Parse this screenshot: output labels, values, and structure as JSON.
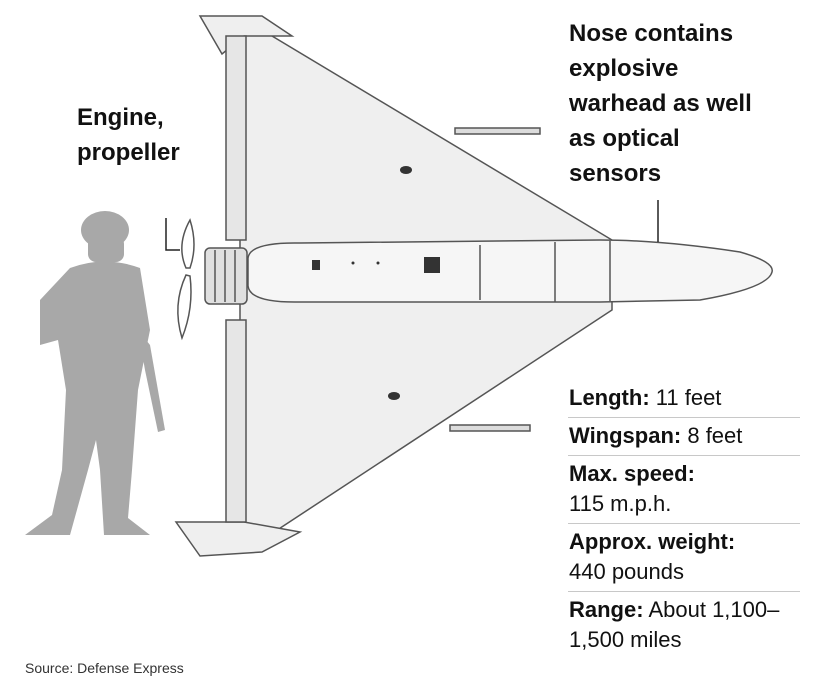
{
  "callouts": {
    "engine": [
      "Engine,",
      "propeller"
    ],
    "nose": [
      "Nose contains",
      "explosive",
      "warhead as well",
      "as optical",
      "sensors"
    ]
  },
  "specs": [
    {
      "label": "Length:",
      "value": " 11 feet"
    },
    {
      "label": "Wingspan:",
      "value": " 8 feet"
    },
    {
      "label": "Max. speed:",
      "value": "115 m.p.h."
    },
    {
      "label": "Approx. weight:",
      "value": "440 pounds"
    },
    {
      "label": "Range:",
      "value": " About 1,100–1,500 miles"
    }
  ],
  "source": "Source: Defense Express",
  "colors": {
    "airframe_fill": "#efefef",
    "airframe_outline": "#555555",
    "soldier_silhouette": "#a8a8a8",
    "divider": "#c8c8c8"
  }
}
